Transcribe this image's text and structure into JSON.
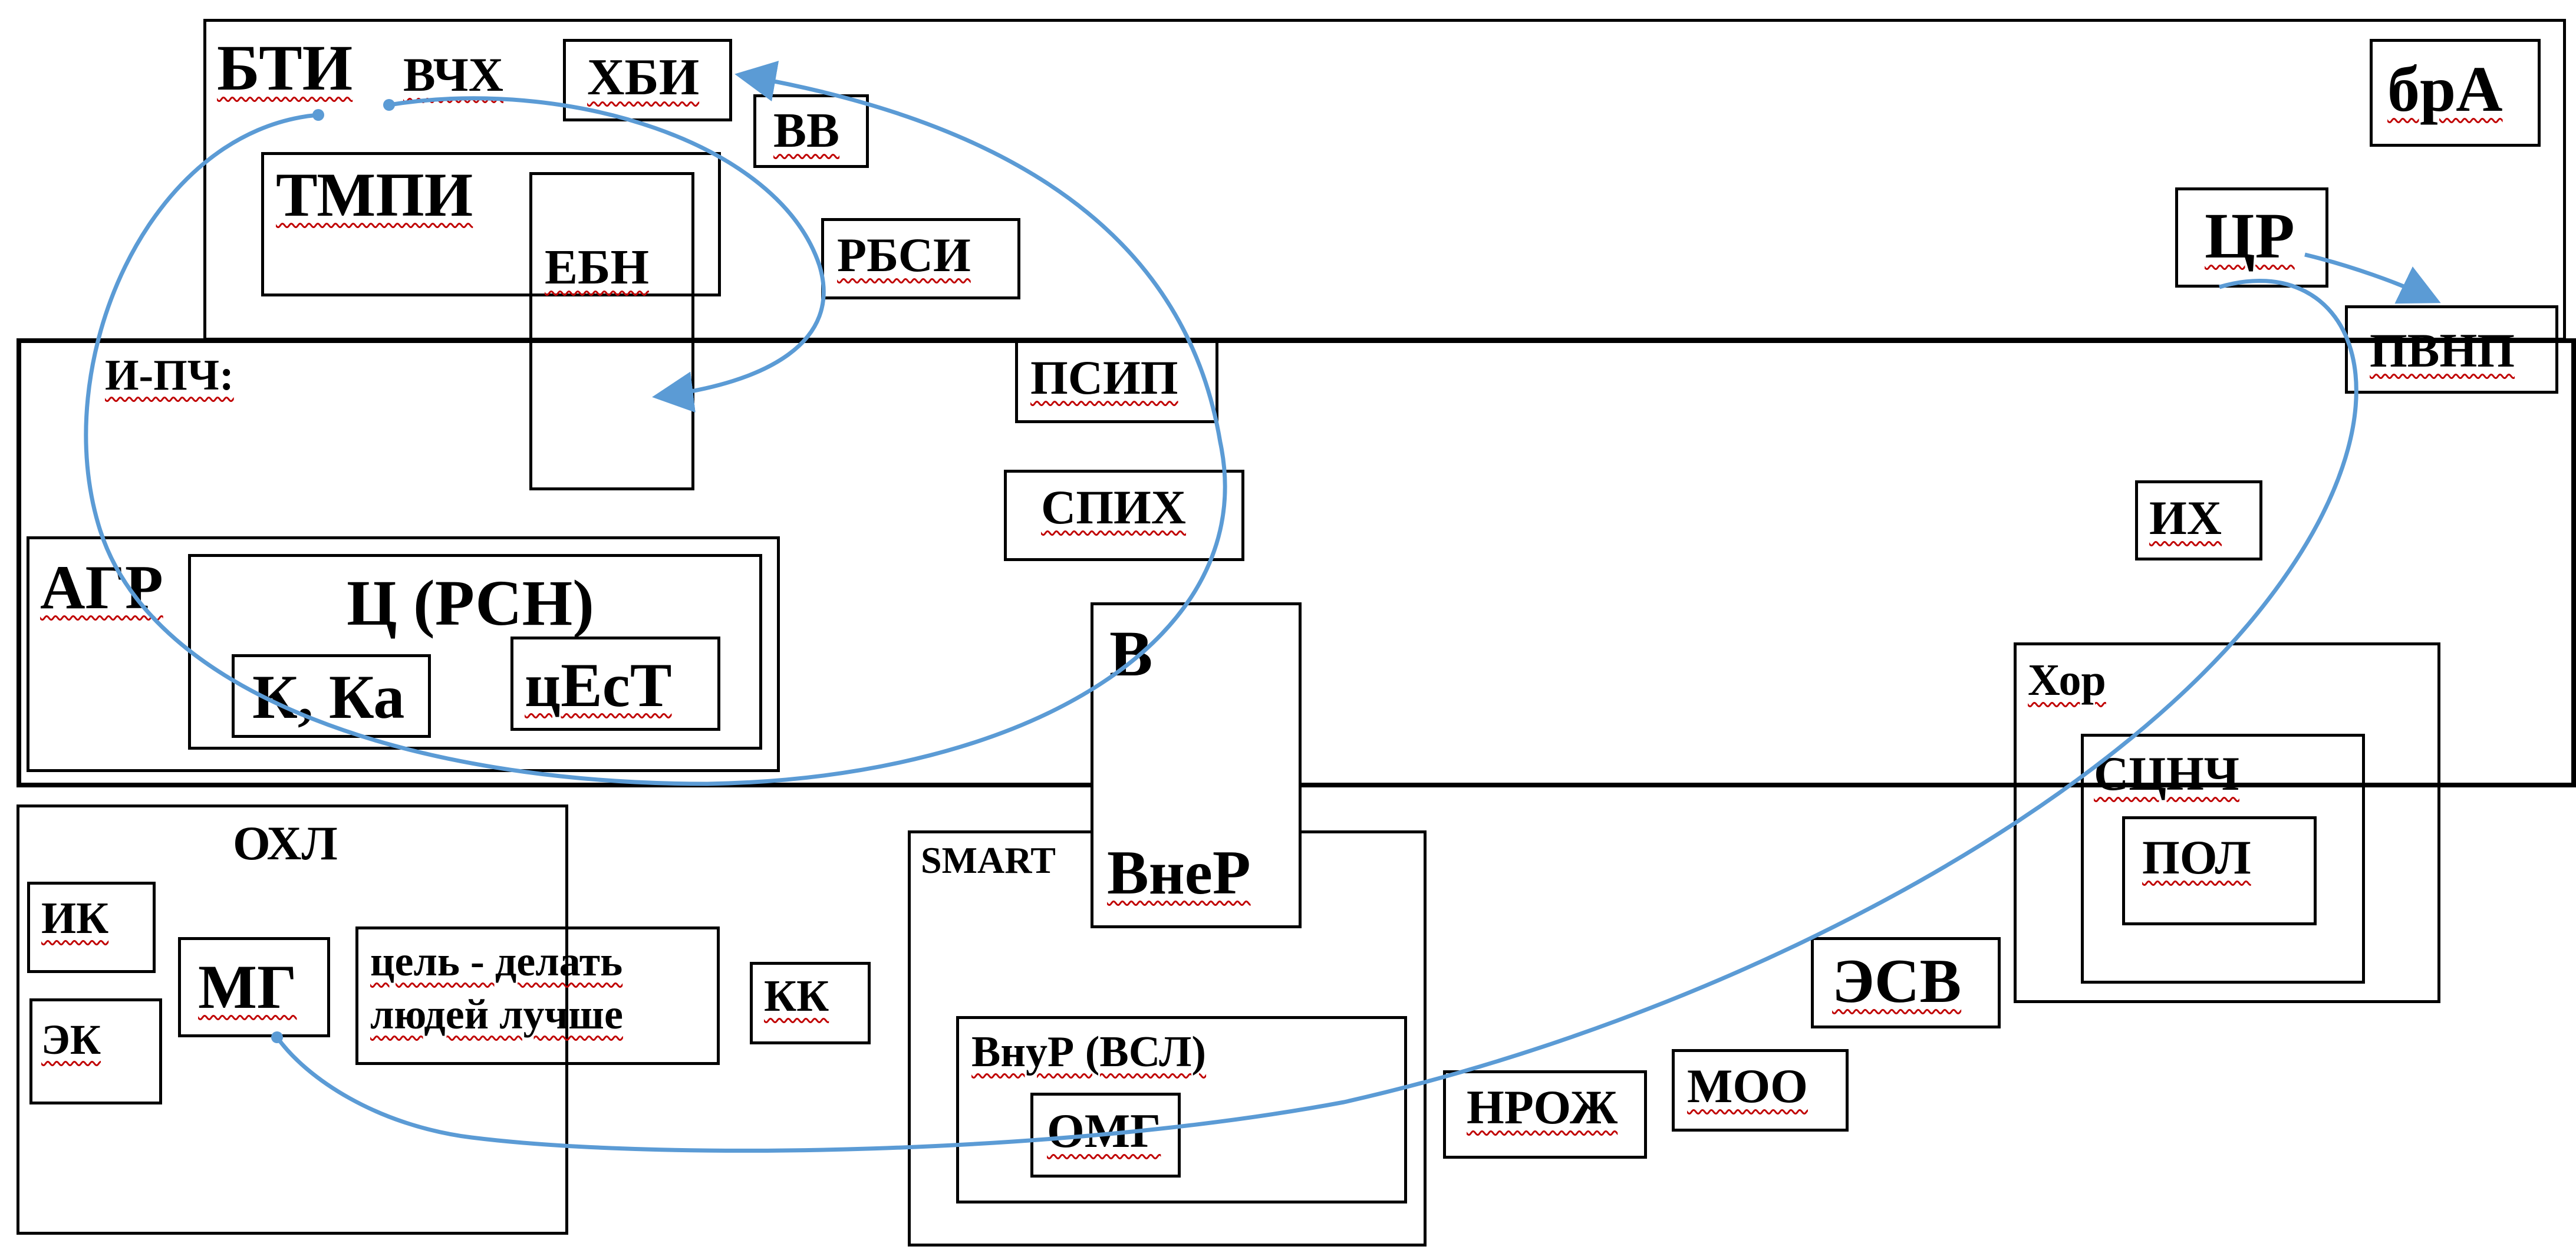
{
  "labels": {
    "bti": "БТИ",
    "vchkh": "ВЧХ",
    "khbi": "ХБИ",
    "vv": "ВВ",
    "bra": "брА",
    "tmpi": "ТМПИ",
    "ebn": "ЕБН",
    "rbsi": "РБСИ",
    "tsr": "ЦР",
    "pvnp": "ПВНП",
    "i_pch": "И-ПЧ:",
    "psip": "ПСИП",
    "spikh": "СПИХ",
    "ikh": "ИХ",
    "agr": "АГР",
    "ts_rsn": "Ц (РСН)",
    "k_ka": "К, Ка",
    "tsest": "цЕсТ",
    "v": "В",
    "vner": "ВнеР",
    "khor": "Хор",
    "stsnch": "СЦНЧ",
    "pol": "ПОЛ",
    "okhl": "ОХЛ",
    "ik": "ИК",
    "ek": "ЭК",
    "mg": "МГ",
    "tsel_line1": "цель - делать",
    "tsel_line2": "людей лучше",
    "kk": "КК",
    "smart": "SMART",
    "vnur": "ВнуР (ВСЛ)",
    "omg": "ОМГ",
    "esv": "ЭСВ",
    "moo": "МОО",
    "nrozh": "НРОЖ"
  },
  "colors": {
    "border": "#000000",
    "arrow": "#5b9bd5",
    "spellcheck_underline": "#c00000"
  }
}
